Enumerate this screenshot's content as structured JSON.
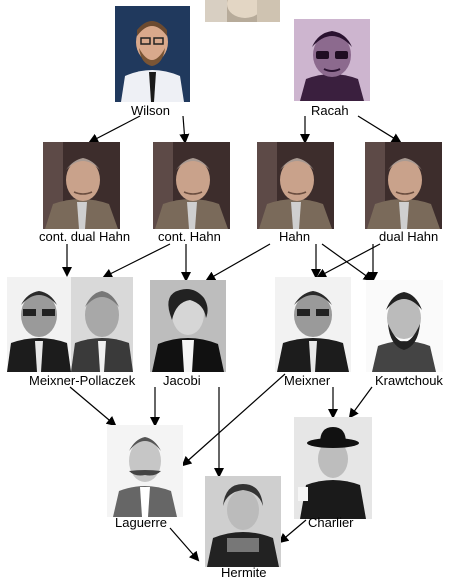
{
  "nodes": {
    "wilson": "Wilson",
    "racah": "Racah",
    "cont_dual_hahn": "cont. dual Hahn",
    "cont_hahn": "cont. Hahn",
    "hahn": "Hahn",
    "dual_hahn": "dual Hahn",
    "meixner_pollaczek": "Meixner-Pollaczek",
    "jacobi": "Jacobi",
    "meixner": "Meixner",
    "krawtchouk": "Krawtchouk",
    "laguerre": "Laguerre",
    "charlier": "Charlier",
    "hermite": "Hermite"
  },
  "edges": [
    [
      "wilson",
      "cont_dual_hahn"
    ],
    [
      "wilson",
      "cont_hahn"
    ],
    [
      "racah",
      "hahn"
    ],
    [
      "racah",
      "dual_hahn"
    ],
    [
      "cont_dual_hahn",
      "meixner_pollaczek"
    ],
    [
      "cont_hahn",
      "meixner_pollaczek"
    ],
    [
      "cont_hahn",
      "jacobi"
    ],
    [
      "hahn",
      "jacobi"
    ],
    [
      "hahn",
      "meixner"
    ],
    [
      "hahn",
      "krawtchouk"
    ],
    [
      "dual_hahn",
      "meixner"
    ],
    [
      "dual_hahn",
      "krawtchouk"
    ],
    [
      "meixner_pollaczek",
      "laguerre"
    ],
    [
      "jacobi",
      "laguerre"
    ],
    [
      "jacobi",
      "hermite"
    ],
    [
      "meixner",
      "laguerre"
    ],
    [
      "meixner",
      "charlier"
    ],
    [
      "krawtchouk",
      "charlier"
    ],
    [
      "laguerre",
      "hermite"
    ],
    [
      "charlier",
      "hermite"
    ]
  ]
}
